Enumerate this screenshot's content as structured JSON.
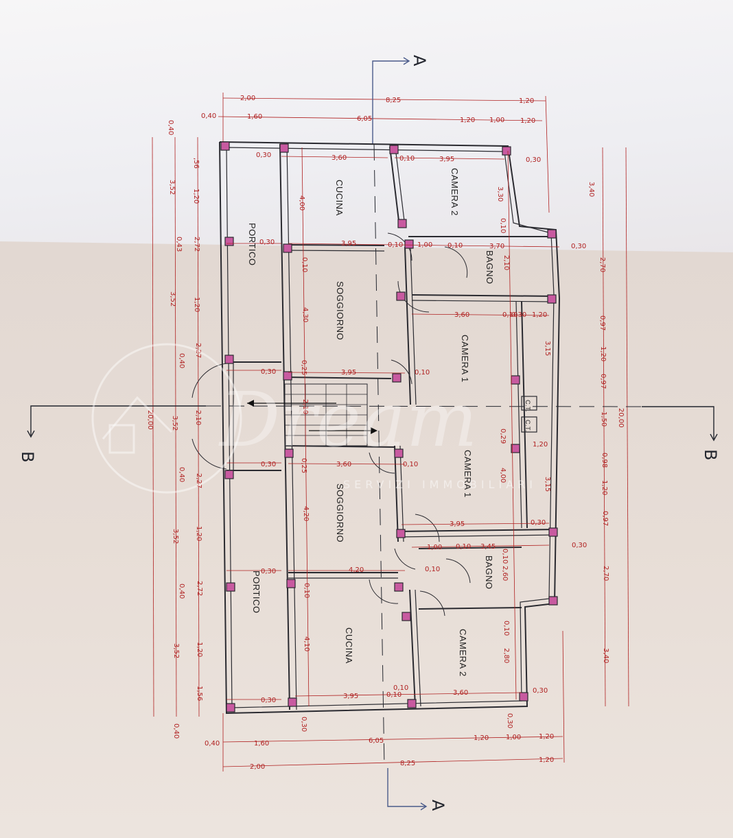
{
  "section_marks": {
    "a": "A",
    "b": "B"
  },
  "rooms": {
    "cucina": "CUCINA",
    "camera_2": "CAMERA 2",
    "portico": "PORTICO",
    "bagno": "BAGNO",
    "soggiorno": "SOGGIORNO",
    "camera_1": "CAMERA 1",
    "ct": "C.T."
  },
  "dims": {
    "top_total": [
      "2,00",
      "8,25",
      "1,20"
    ],
    "top_partial": [
      "0,40",
      "1,60",
      "6,05",
      "1,20",
      "1,00",
      "1,20"
    ],
    "bottom_total": [
      "2,00",
      "8,25",
      "1,20"
    ],
    "bottom_partial": [
      "0,40",
      "1,60",
      "6,05",
      "1,20",
      "1,00",
      "1,20"
    ],
    "left_outer": [
      "0,40",
      "20,00",
      "0,40"
    ],
    "left_inner": [
      "3,52",
      "0,43",
      "3,52",
      "0,40",
      "3,52",
      "0,40",
      "3,52",
      "0,40",
      "3,52"
    ],
    "left_small": [
      ",56",
      "1,20",
      "2,72",
      "1,20",
      "2,27",
      "2,10",
      "2,27",
      "1,20",
      "2,72",
      "1,20",
      "1,56"
    ],
    "right_outer": [
      "3,40",
      "2,70",
      "0,97",
      "1,20",
      "0,97",
      "1,50",
      "0,98",
      "1,20",
      "0,97",
      "2,70",
      "3,40",
      "20,00"
    ],
    "right_inner": [
      "3,15",
      "3,15"
    ],
    "interior": [
      "0,30",
      "3,60",
      "0,10",
      "3,95",
      "0,30",
      "0,30",
      "3,95",
      "0,10",
      "1,00",
      "0,10",
      "3,70",
      "0,30",
      "4,00",
      "3,30",
      "0,10",
      "0,10",
      "2,10",
      "3,60",
      "0,10",
      "0,30",
      "1,20",
      "4,30",
      "0,30",
      "3,95",
      "0,10",
      "0,25",
      "2,10",
      "0,30",
      "3,60",
      "0,10",
      "0,29",
      "4,00",
      "1,20",
      "0,25",
      "4,20",
      "3,95",
      "0,30",
      "1,00",
      "0,10",
      "3,45",
      "0,10",
      "0,30",
      "4,20",
      "0,10",
      "2,60",
      "0,10",
      "4,10",
      "0,10",
      "2,80",
      "0,10",
      "3,95",
      "0,10",
      "3,60",
      "0,30",
      "0,30",
      "0,30",
      "0,30",
      "0,30"
    ]
  },
  "watermark": {
    "logo": "Dream",
    "tagline": "SERVIZI IMMOBILIARI"
  }
}
